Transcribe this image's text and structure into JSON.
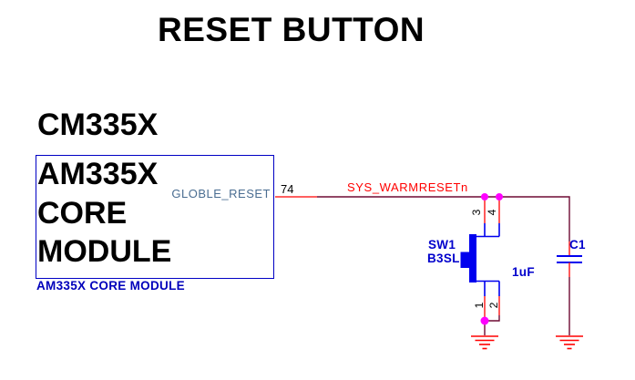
{
  "title": "RESET BUTTON",
  "module": {
    "reference": "CM335X",
    "value": "AM335X\nCORE\nMODULE",
    "caption": "AM335X CORE MODULE",
    "pin_name": "GLOBLE_RESET",
    "pin_number": "74"
  },
  "net_label": "SYS_WARMRESETn",
  "push_button": {
    "reference": "SW1",
    "value": "B3SL",
    "pin_top_left": "3",
    "pin_top_right": "4",
    "pin_bottom_left": "1",
    "pin_bottom_right": "2"
  },
  "capacitor": {
    "reference": "C1",
    "value": "1uF"
  },
  "colors": {
    "wire": "#6e0a33",
    "pin_stub": "#ff0000",
    "symbol_blue": "#0000ee",
    "junction_dot": "#ff00ff",
    "ground_red": "#ff0000",
    "box_border": "#0000c4",
    "component_label_blue": "#0000cc",
    "module_caption_blue": "#0000bb",
    "pin_name_gray_blue": "#4a6d91",
    "net_label_red": "#ff0000",
    "title_black": "#000000"
  }
}
